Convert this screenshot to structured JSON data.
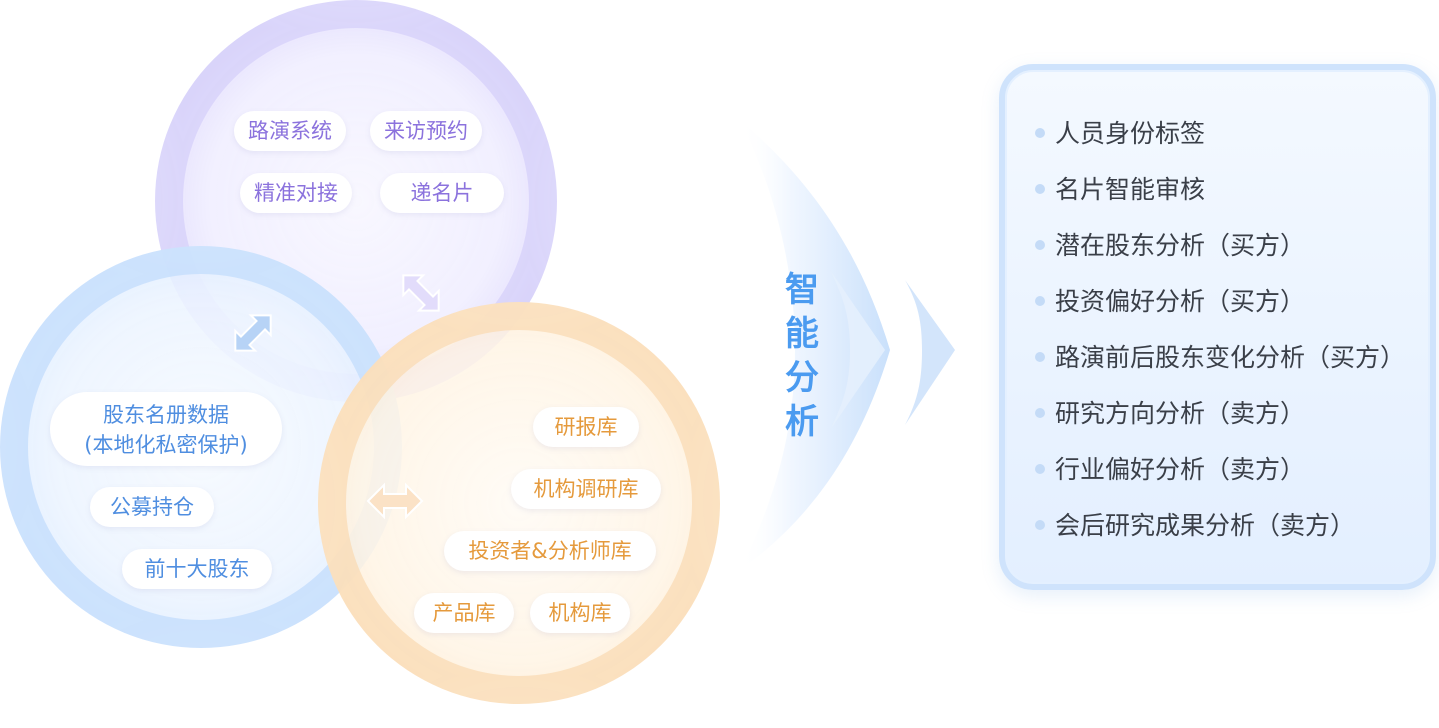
{
  "groups": {
    "roadshow": {
      "items": [
        "路演系统",
        "来访预约",
        "精准对接",
        "递名片"
      ]
    },
    "shareholder": {
      "items": [
        "股东名册数据",
        "(本地化私密保护)",
        "公募持仓",
        "前十大股东"
      ]
    },
    "database": {
      "items": [
        "研报库",
        "机构调研库",
        "投资者&分析师库",
        "产品库",
        "机构库"
      ]
    }
  },
  "center": {
    "chars": [
      "智",
      "能",
      "分",
      "析"
    ]
  },
  "results": {
    "items": [
      "人员身份标签",
      "名片智能审核",
      "潜在股东分析（买方）",
      "投资偏好分析（买方）",
      "路演前后股东变化分析（买方）",
      "研究方向分析（卖方）",
      "行业偏好分析（卖方）",
      "会后研究成果分析（卖方）"
    ]
  },
  "colors": {
    "purple": "#8b72dd",
    "blue": "#4f8ee0",
    "orange": "#e59a3c",
    "accent": "#4b9bf0",
    "text": "#3a3f48"
  }
}
